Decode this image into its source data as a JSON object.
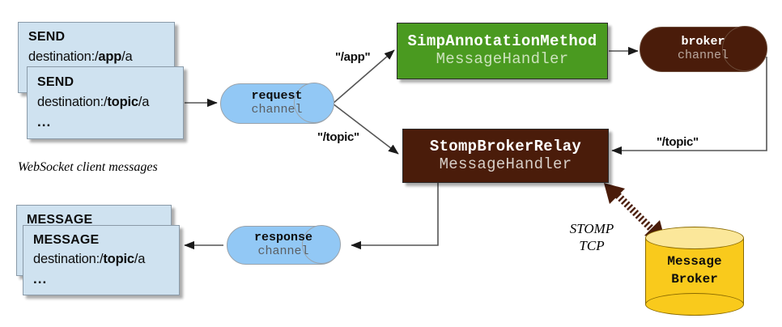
{
  "diagram": {
    "title_caption": "WebSocket client messages",
    "inbound_stack": {
      "back_card": {
        "verb": "SEND",
        "destination_prefix": "destination:/",
        "destination_bold": "app",
        "destination_suffix": "/a"
      },
      "front_card": {
        "verb": "SEND",
        "destination_prefix": "destination:/",
        "destination_bold": "topic",
        "destination_suffix": "/a",
        "ellipsis": "..."
      }
    },
    "outbound_stack": {
      "back_card": {
        "verb": "MESSAGE"
      },
      "front_card": {
        "verb": "MESSAGE",
        "destination_prefix": "destination:/",
        "destination_bold": "topic",
        "destination_suffix": "/a",
        "ellipsis": "..."
      }
    },
    "channels": {
      "request": {
        "name": "request",
        "kind": "channel"
      },
      "response": {
        "name": "response",
        "kind": "channel"
      },
      "broker": {
        "name": "broker",
        "kind": "channel"
      }
    },
    "handlers": {
      "simp_annotation": {
        "title": "SimpAnnotationMethod",
        "subtitle": "MessageHandler"
      },
      "stomp_relay": {
        "title": "StompBrokerRelay",
        "subtitle": "MessageHandler"
      }
    },
    "route_labels": {
      "app": "\"/app\"",
      "topic_from_request": "\"/topic\"",
      "topic_return": "\"/topic\""
    },
    "external_broker": {
      "line1": "Message",
      "line2": "Broker",
      "protocol_line1": "STOMP",
      "protocol_line2": "TCP"
    },
    "colors": {
      "card_blue": "#cfe2f0",
      "channel_blue": "#92c8f5",
      "handler_green": "#4a9a20",
      "handler_brown": "#4a1c0a",
      "broker_yellow": "#f9ca1c",
      "wire": "#555555"
    }
  }
}
